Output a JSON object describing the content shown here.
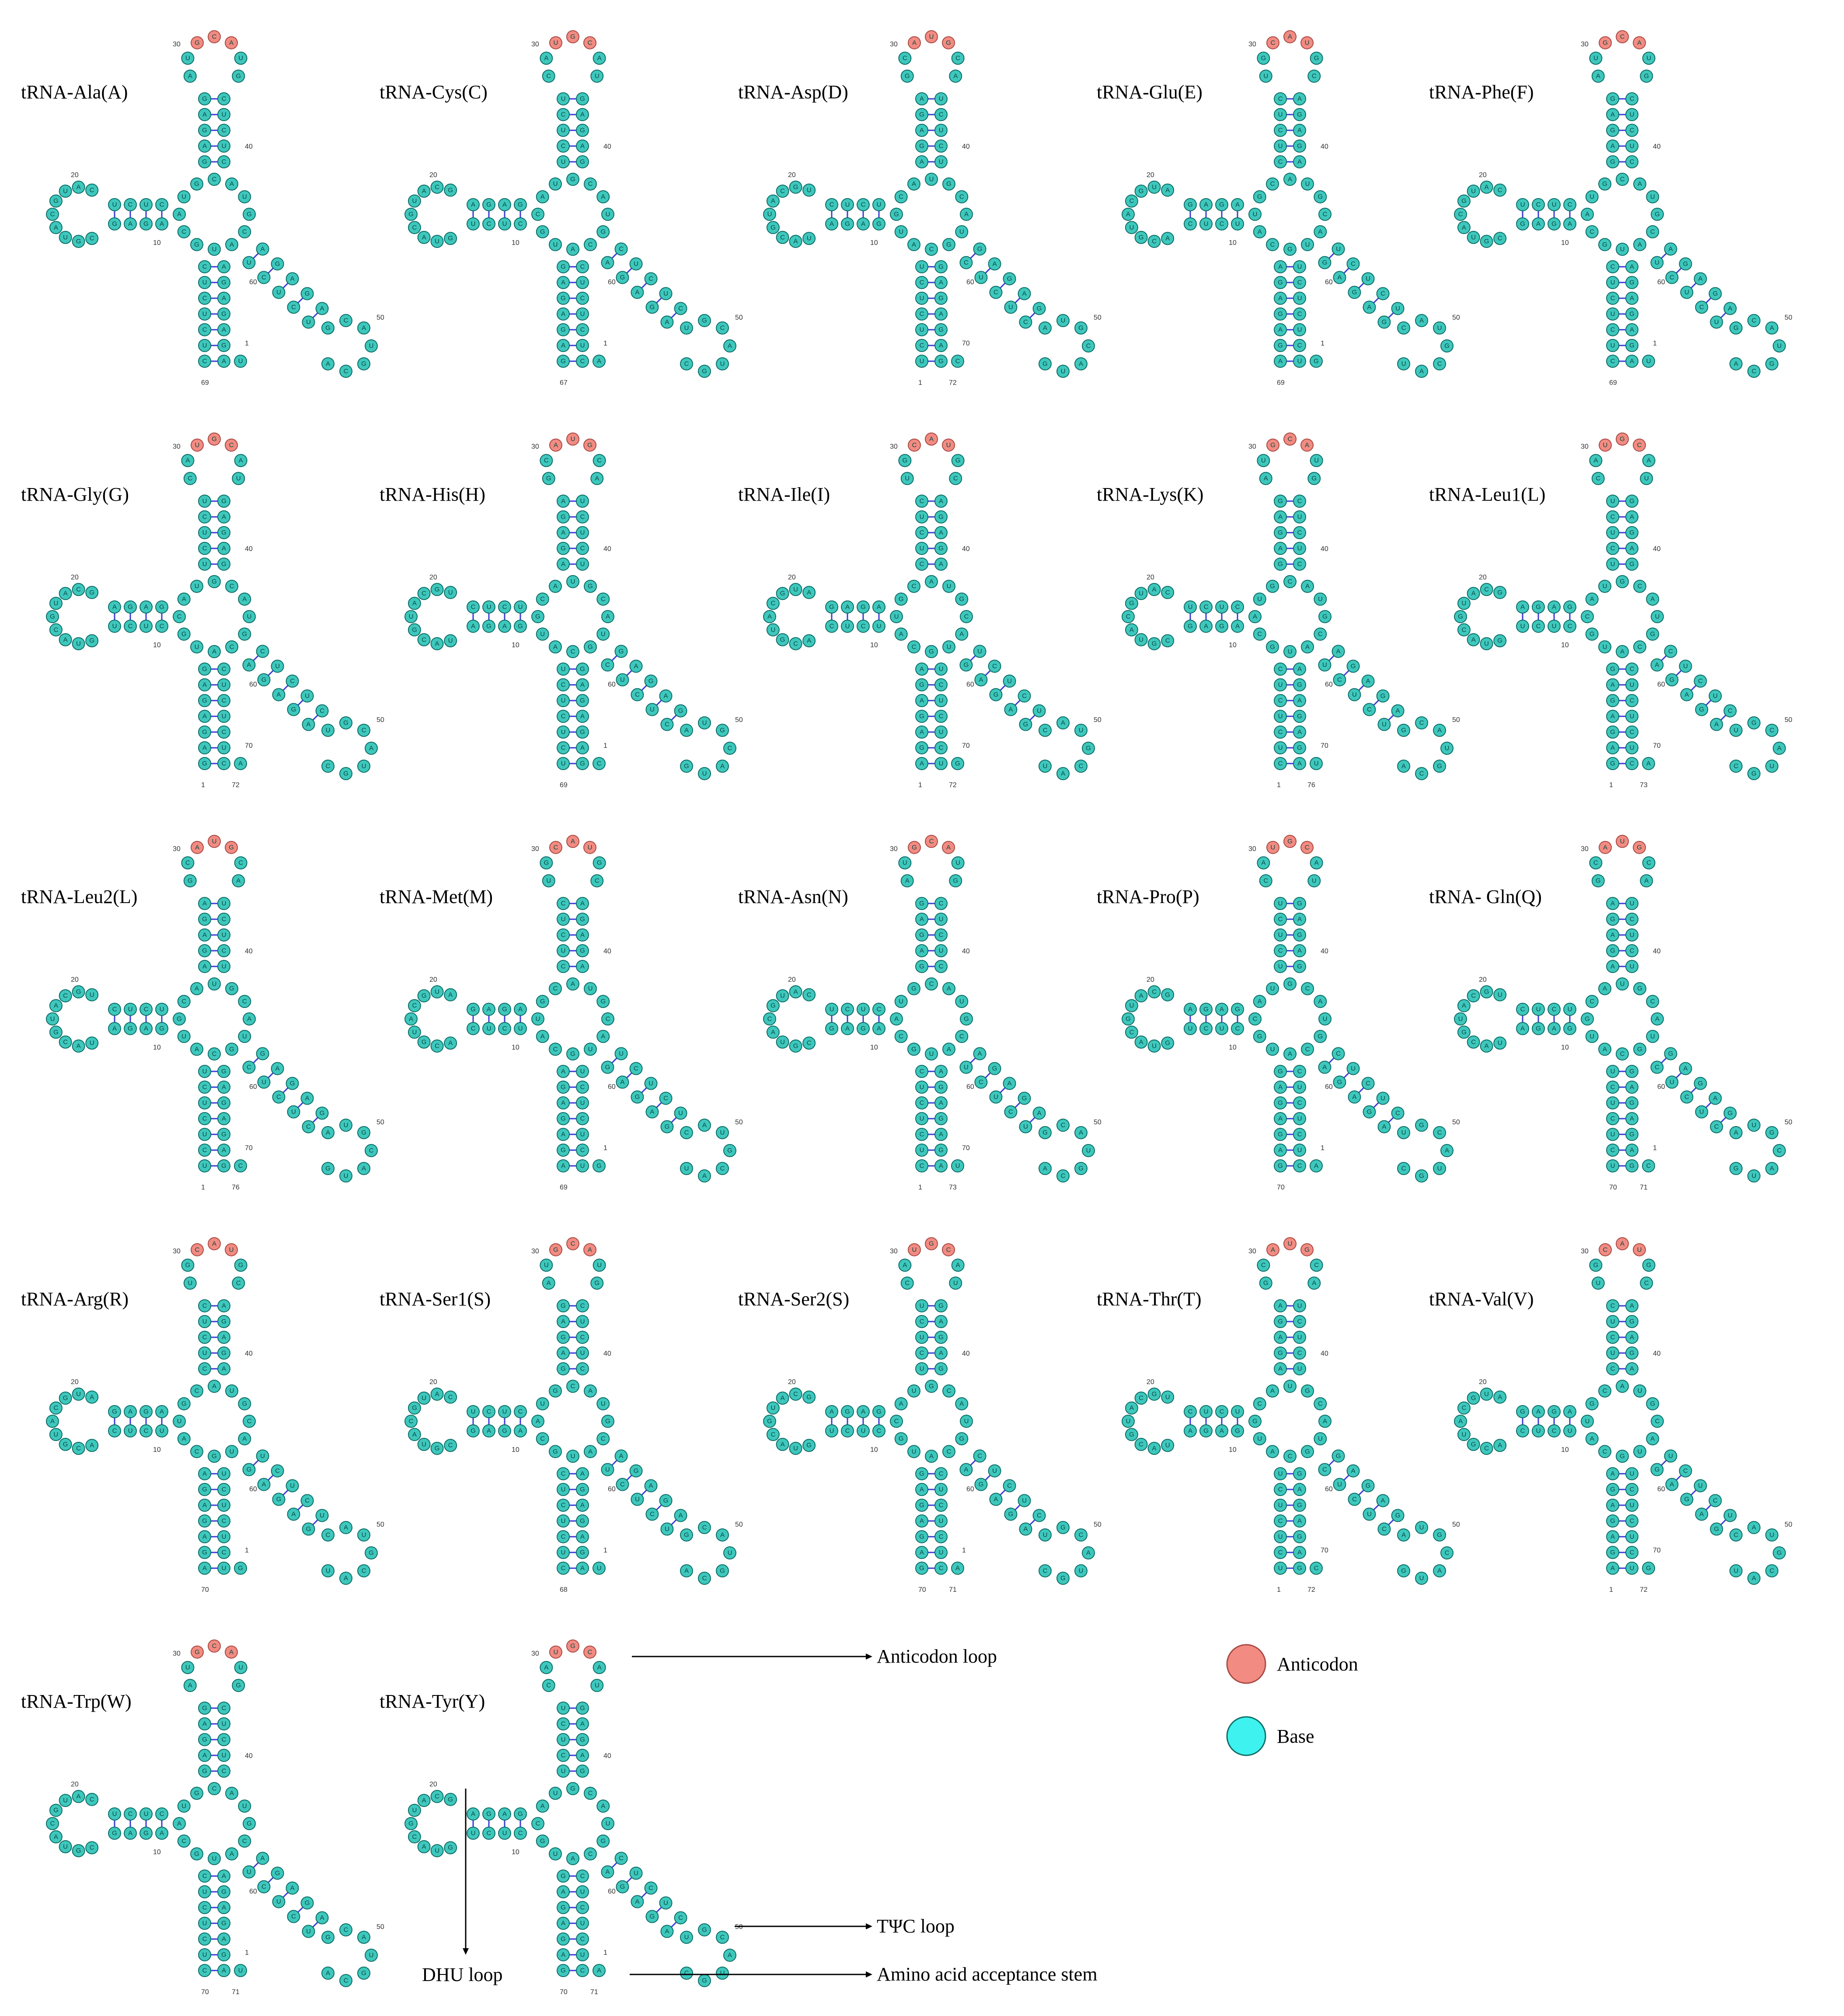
{
  "colors": {
    "anticodon": "#f28b82",
    "base": "#3ec7bd",
    "base_stroke": "#0d6e66",
    "anticodon_stroke": "#a94a44",
    "backbone": "#1a1a1a",
    "pair": "#3b3bd6"
  },
  "panels": [
    {
      "id": "ala",
      "title": "tRNA-Ala(A)",
      "pos": [
        "30",
        "20",
        "10",
        "40",
        "50",
        "60",
        "1",
        "69"
      ]
    },
    {
      "id": "cys",
      "title": "tRNA-Cys(C)",
      "pos": [
        "30",
        "20",
        "10",
        "40",
        "50",
        "60",
        "1",
        "67"
      ]
    },
    {
      "id": "asp",
      "title": "tRNA-Asp(D)",
      "pos": [
        "30",
        "20",
        "10",
        "40",
        "50",
        "60",
        "70",
        "1",
        "72"
      ]
    },
    {
      "id": "glu",
      "title": "tRNA-Glu(E)",
      "pos": [
        "30",
        "20",
        "10",
        "40",
        "50",
        "60",
        "1",
        "69"
      ]
    },
    {
      "id": "phe",
      "title": "tRNA-Phe(F)",
      "pos": [
        "30",
        "20",
        "10",
        "40",
        "50",
        "60",
        "1",
        "69"
      ]
    },
    {
      "id": "gly",
      "title": "tRNA-Gly(G)",
      "pos": [
        "30",
        "20",
        "10",
        "40",
        "50",
        "60",
        "70",
        "1",
        "72"
      ]
    },
    {
      "id": "his",
      "title": "tRNA-His(H)",
      "pos": [
        "30",
        "20",
        "10",
        "40",
        "50",
        "60",
        "1",
        "69"
      ]
    },
    {
      "id": "ile",
      "title": "tRNA-Ile(I)",
      "pos": [
        "30",
        "20",
        "10",
        "40",
        "50",
        "60",
        "70",
        "1",
        "72"
      ]
    },
    {
      "id": "lys",
      "title": "tRNA-Lys(K)",
      "pos": [
        "30",
        "20",
        "10",
        "40",
        "50",
        "60",
        "70",
        "1",
        "76"
      ]
    },
    {
      "id": "leu1",
      "title": "tRNA-Leu1(L)",
      "pos": [
        "30",
        "20",
        "10",
        "40",
        "50",
        "60",
        "70",
        "1",
        "73"
      ]
    },
    {
      "id": "leu2",
      "title": "tRNA-Leu2(L)",
      "pos": [
        "30",
        "20",
        "10",
        "40",
        "50",
        "60",
        "70",
        "1",
        "76"
      ]
    },
    {
      "id": "met",
      "title": "tRNA-Met(M)",
      "pos": [
        "30",
        "20",
        "10",
        "40",
        "50",
        "60",
        "1",
        "69"
      ]
    },
    {
      "id": "asn",
      "title": "tRNA-Asn(N)",
      "pos": [
        "30",
        "20",
        "10",
        "40",
        "50",
        "60",
        "70",
        "1",
        "73"
      ]
    },
    {
      "id": "pro",
      "title": "tRNA-Pro(P)",
      "pos": [
        "30",
        "20",
        "10",
        "40",
        "50",
        "60",
        "1",
        "70"
      ]
    },
    {
      "id": "gln",
      "title": "tRNA- Gln(Q)",
      "pos": [
        "30",
        "20",
        "10",
        "40",
        "50",
        "60",
        "1",
        "70",
        "71"
      ]
    },
    {
      "id": "arg",
      "title": "tRNA-Arg(R)",
      "pos": [
        "30",
        "20",
        "10",
        "40",
        "50",
        "60",
        "1",
        "70"
      ]
    },
    {
      "id": "ser1",
      "title": "tRNA-Ser1(S)",
      "pos": [
        "30",
        "20",
        "10",
        "40",
        "50",
        "60",
        "1",
        "68"
      ]
    },
    {
      "id": "ser2",
      "title": "tRNA-Ser2(S)",
      "pos": [
        "30",
        "20",
        "10",
        "40",
        "50",
        "60",
        "1",
        "70",
        "71"
      ]
    },
    {
      "id": "thr",
      "title": "tRNA-Thr(T)",
      "pos": [
        "30",
        "20",
        "10",
        "40",
        "50",
        "60",
        "70",
        "1",
        "72"
      ]
    },
    {
      "id": "val",
      "title": "tRNA-Val(V)",
      "pos": [
        "30",
        "20",
        "10",
        "40",
        "50",
        "60",
        "70",
        "1",
        "72"
      ]
    },
    {
      "id": "trp",
      "title": "tRNA-Trp(W)",
      "pos": [
        "30",
        "20",
        "10",
        "40",
        "50",
        "60",
        "1",
        "70",
        "71"
      ]
    },
    {
      "id": "tyr",
      "title": "tRNA-Tyr(Y)",
      "pos": [
        "30",
        "20",
        "10",
        "40",
        "50",
        "60",
        "1",
        "70",
        "71"
      ]
    }
  ],
  "annotations": {
    "anticodon_loop": "Anticodon loop",
    "tpsic_loop": "TΨC loop",
    "dhu_loop": "DHU loop",
    "acceptor_stem": "Amino acid acceptance stem"
  },
  "legend": {
    "anticodon": "Anticodon",
    "base": "Base"
  },
  "base_letters": [
    "A",
    "U",
    "G",
    "C"
  ]
}
